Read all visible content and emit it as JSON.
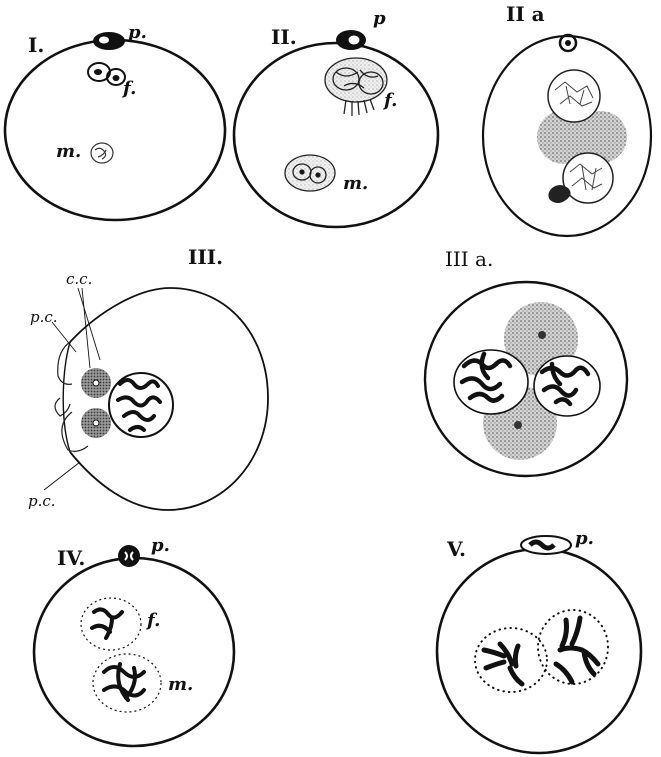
{
  "figures": [
    {
      "id": "I",
      "number": "I.",
      "labels": {
        "polar_body": "p.",
        "female_pronucleus": "f.",
        "male_pronucleus": "m."
      }
    },
    {
      "id": "II",
      "number": "II.",
      "labels": {
        "polar_body": "p",
        "female_pronucleus": "f.",
        "male_pronucleus": "m."
      }
    },
    {
      "id": "IIa",
      "number": "II a"
    },
    {
      "id": "III",
      "number": "III.",
      "labels": {
        "centrosome": "c.c.",
        "polar_cell_top": "p.c.",
        "polar_cell_bottom": "p.c."
      }
    },
    {
      "id": "IIIa",
      "number": "III a."
    },
    {
      "id": "IV",
      "number": "IV.",
      "labels": {
        "polar_body": "p.",
        "female_pronucleus": "f.",
        "male_pronucleus": "m."
      }
    },
    {
      "id": "V",
      "number": "V.",
      "labels": {
        "polar_body": "p."
      }
    }
  ],
  "colors": {
    "ink": "#111111",
    "paper": "#ffffff",
    "stipple": "#8a8a8a"
  }
}
